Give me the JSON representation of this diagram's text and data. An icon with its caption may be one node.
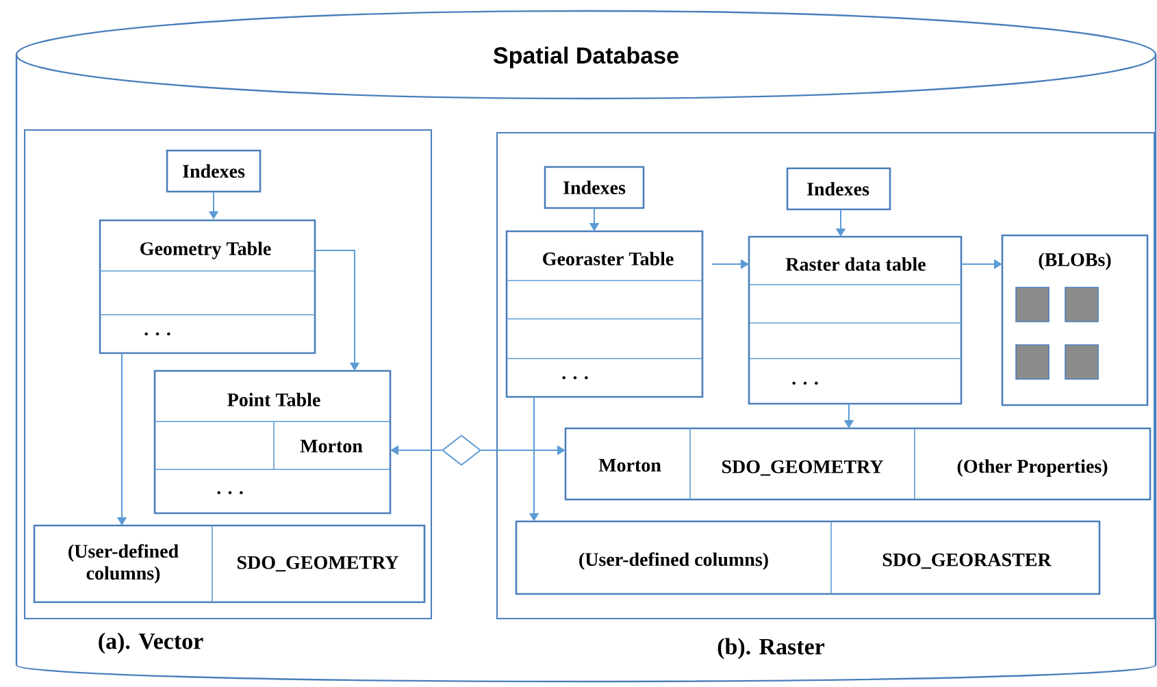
{
  "diagram": {
    "nodes": [
      {
        "text": [
          "Spatial Database"
        ]
      },
      {
        "text": [
          "(a). Vector"
        ],
        "in": 0
      },
      {
        "text": [
          "Indexes"
        ],
        "in": 1
      },
      {
        "text": [
          "Geometry Table",
          ". . ."
        ],
        "in": 1
      },
      {
        "text": [
          "Point Table",
          "Morton",
          ". . ."
        ],
        "in": 1
      },
      {
        "text": [
          "(User-defined columns)",
          "SDO_GEOMETRY"
        ],
        "in": 1
      },
      {
        "text": [
          "(b). Raster"
        ],
        "in": 0
      },
      {
        "text": [
          "Indexes"
        ],
        "in": 6
      },
      {
        "text": [
          "Indexes"
        ],
        "in": 6
      },
      {
        "text": [
          "Georaster Table",
          ". . ."
        ],
        "in": 6
      },
      {
        "text": [
          "Raster data table",
          ". . ."
        ],
        "in": 6
      },
      {
        "text": [
          "(BLOBs)"
        ],
        "in": 6
      },
      {
        "text": [
          "Morton",
          "SDO_GEOMETRY",
          "(Other Properties)"
        ],
        "in": 6
      },
      {
        "text": [
          "(User-defined columns)",
          "SDO_GEORASTER"
        ],
        "in": 6
      },
      {
        "text": [],
        "shape": "diamond",
        "in": 0
      }
    ],
    "edges": [
      {
        "from": 2,
        "to": 3,
        "arrow": "to"
      },
      {
        "from": 3,
        "to": 4,
        "arrow": "to"
      },
      {
        "from": 3,
        "to": 5,
        "arrow": "to"
      },
      {
        "from": 14,
        "to": 4,
        "arrow": "to"
      },
      {
        "from": 14,
        "to": 12,
        "arrow": "to"
      },
      {
        "from": 7,
        "to": 9,
        "arrow": "to"
      },
      {
        "from": 8,
        "to": 10,
        "arrow": "to"
      },
      {
        "from": 9,
        "to": 10,
        "arrow": "to"
      },
      {
        "from": 10,
        "to": 11,
        "arrow": "to"
      },
      {
        "from": 10,
        "to": 12,
        "arrow": "to"
      },
      {
        "from": 9,
        "to": 13,
        "arrow": "to"
      }
    ]
  }
}
